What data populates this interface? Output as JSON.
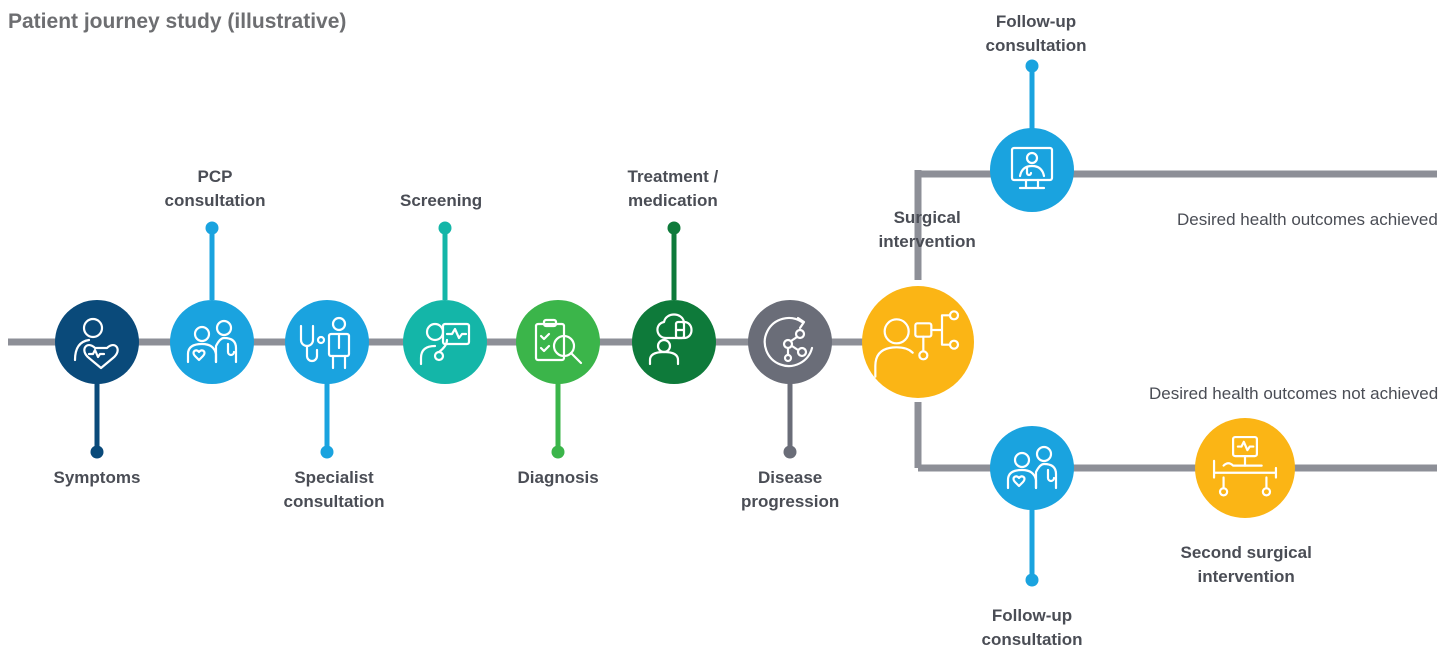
{
  "title": "Patient journey study (illustrative)",
  "colors": {
    "line": "#8d8f97",
    "navy": "#0a4a7a",
    "blue": "#1aa3df",
    "teal": "#14b6a8",
    "green": "#3bb54a",
    "dark_green": "#0e7a3a",
    "gray": "#6a6d78",
    "yellow": "#fbb515"
  },
  "steps": [
    {
      "id": "symptoms",
      "label": "Symptoms",
      "color": "navy",
      "icon": "person-heart-icon"
    },
    {
      "id": "pcp",
      "label": "PCP consultation",
      "lines": [
        "PCP",
        "consultation"
      ],
      "color": "blue",
      "icon": "patient-doctor-icon"
    },
    {
      "id": "specialist",
      "label": "Specialist consultation",
      "lines": [
        "Specialist",
        "consultation"
      ],
      "color": "blue",
      "icon": "stethoscope-doctor-icon"
    },
    {
      "id": "screening",
      "label": "Screening",
      "color": "teal",
      "icon": "screening-monitor-icon"
    },
    {
      "id": "diagnosis",
      "label": "Diagnosis",
      "color": "green",
      "icon": "clipboard-magnifier-icon"
    },
    {
      "id": "treatment",
      "label": "Treatment / medication",
      "lines": [
        "Treatment /",
        "medication"
      ],
      "color": "dark_green",
      "icon": "medication-pill-icon"
    },
    {
      "id": "progression",
      "label": "Disease progression",
      "lines": [
        "Disease",
        "progression"
      ],
      "color": "gray",
      "icon": "progression-network-icon"
    },
    {
      "id": "surgery",
      "label": "Surgical intervention",
      "lines": [
        "Surgical",
        "intervention"
      ],
      "color": "yellow",
      "icon": "surgeon-flowchart-icon"
    }
  ],
  "branches": {
    "achieved": {
      "outcome": "Desired health outcomes achieved",
      "followup": {
        "label": "Follow-up consultation",
        "lines": [
          "Follow-up",
          "consultation"
        ],
        "color": "blue",
        "icon": "telehealth-monitor-icon"
      }
    },
    "not_achieved": {
      "outcome": "Desired health outcomes not achieved",
      "followup": {
        "label": "Follow-up consultation",
        "lines": [
          "Follow-up",
          "consultation"
        ],
        "color": "blue",
        "icon": "patient-doctor-icon"
      },
      "second_surgery": {
        "label": "Second surgical intervention",
        "lines": [
          "Second surgical",
          "intervention"
        ],
        "color": "yellow",
        "icon": "hospital-bed-icon"
      }
    }
  }
}
